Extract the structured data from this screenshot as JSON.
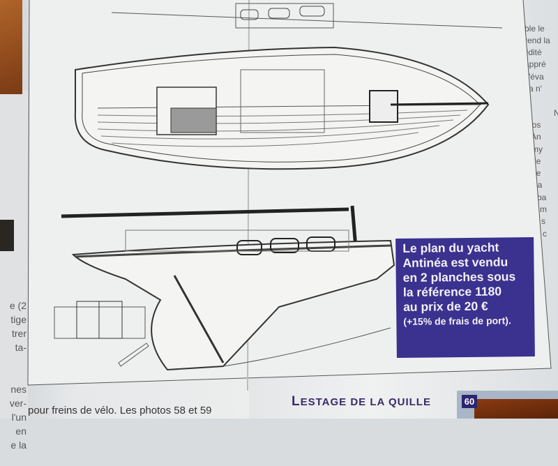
{
  "left_column_fragments": [
    "e (2",
    "tige",
    "trer",
    "ta-",
    "",
    "",
    "nes",
    "ver-",
    "l'un",
    "en",
    "e la"
  ],
  "right_column_fragments": [
    "ble le",
    "rend la",
    "lidité",
    "appré",
    "s'éva",
    "ça n'",
    "",
    "N",
    "gros",
    "d'An",
    "my",
    "de",
    "le",
    "la",
    "ba",
    "m",
    "s",
    "c"
  ],
  "promo_box": {
    "lines": [
      "Le plan du yacht",
      "Antinéa est vendu",
      "en 2 planches sous",
      "la référence 1180",
      "au prix de 20 €"
    ],
    "shipping": "(+15% de frais de port).",
    "color": "#3b318f"
  },
  "body_text_bottom": "pour freins de vélo. Les photos 58 et 59",
  "section_title": {
    "initial": "L",
    "rest": "ESTAGE DE LA QUILLE"
  },
  "page_number": "60"
}
